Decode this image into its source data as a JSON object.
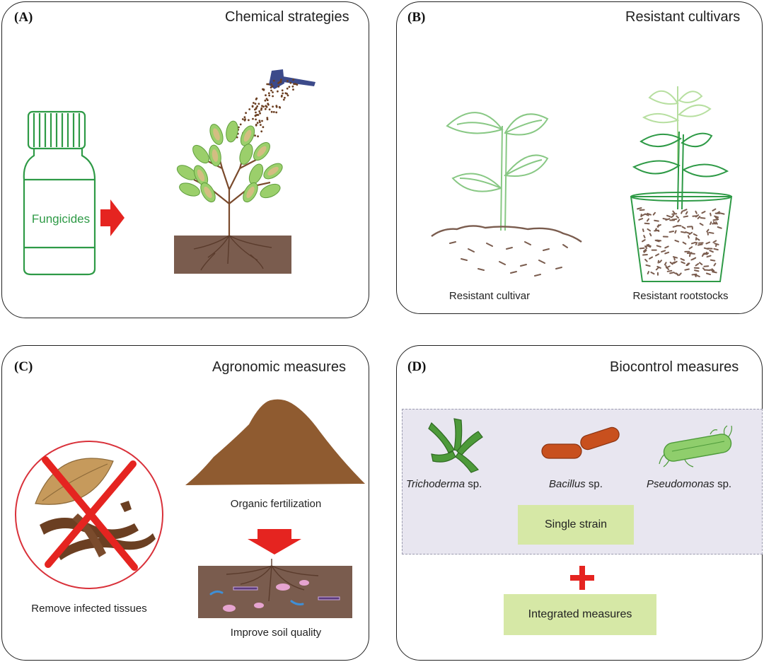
{
  "panels": {
    "a": {
      "label": "(A)",
      "title": "Chemical strategies",
      "bottle_label": "Fungicides"
    },
    "b": {
      "label": "(B)",
      "title": "Resistant cultivars",
      "cultivar_caption": "Resistant cultivar",
      "rootstock_caption": "Resistant rootstocks"
    },
    "c": {
      "label": "(C)",
      "title": "Agronomic measures",
      "remove_caption": "Remove infected tissues",
      "fert_caption": "Organic fertilization",
      "soil_caption": "Improve soil quality"
    },
    "d": {
      "label": "(D)",
      "title": "Biocontrol measures",
      "species": [
        {
          "genus": "Trichoderma",
          "suffix": " sp."
        },
        {
          "genus": "Bacillus",
          "suffix": " sp."
        },
        {
          "genus": "Pseudomonas",
          "suffix": " sp."
        }
      ],
      "single_strain": "Single strain",
      "integrated": "Integrated measures"
    }
  },
  "colors": {
    "bottle_green": "#2e9a46",
    "arrow_red": "#e52420",
    "soil_brown": "#7a5c4e",
    "compost_brown": "#8f5b30",
    "plant_light_green": "#88c884",
    "bacillus_orange": "#c8501e",
    "box_green": "#d6e8a6"
  },
  "icons": [
    "fungicide-bottle-icon",
    "watering-can-icon",
    "plant-icon",
    "pot-icon",
    "no-symbol-icon",
    "compost-pile-icon",
    "trichoderma-icon",
    "bacillus-icon",
    "pseudomonas-icon",
    "plus-icon",
    "arrow-right-icon",
    "arrow-down-icon"
  ]
}
